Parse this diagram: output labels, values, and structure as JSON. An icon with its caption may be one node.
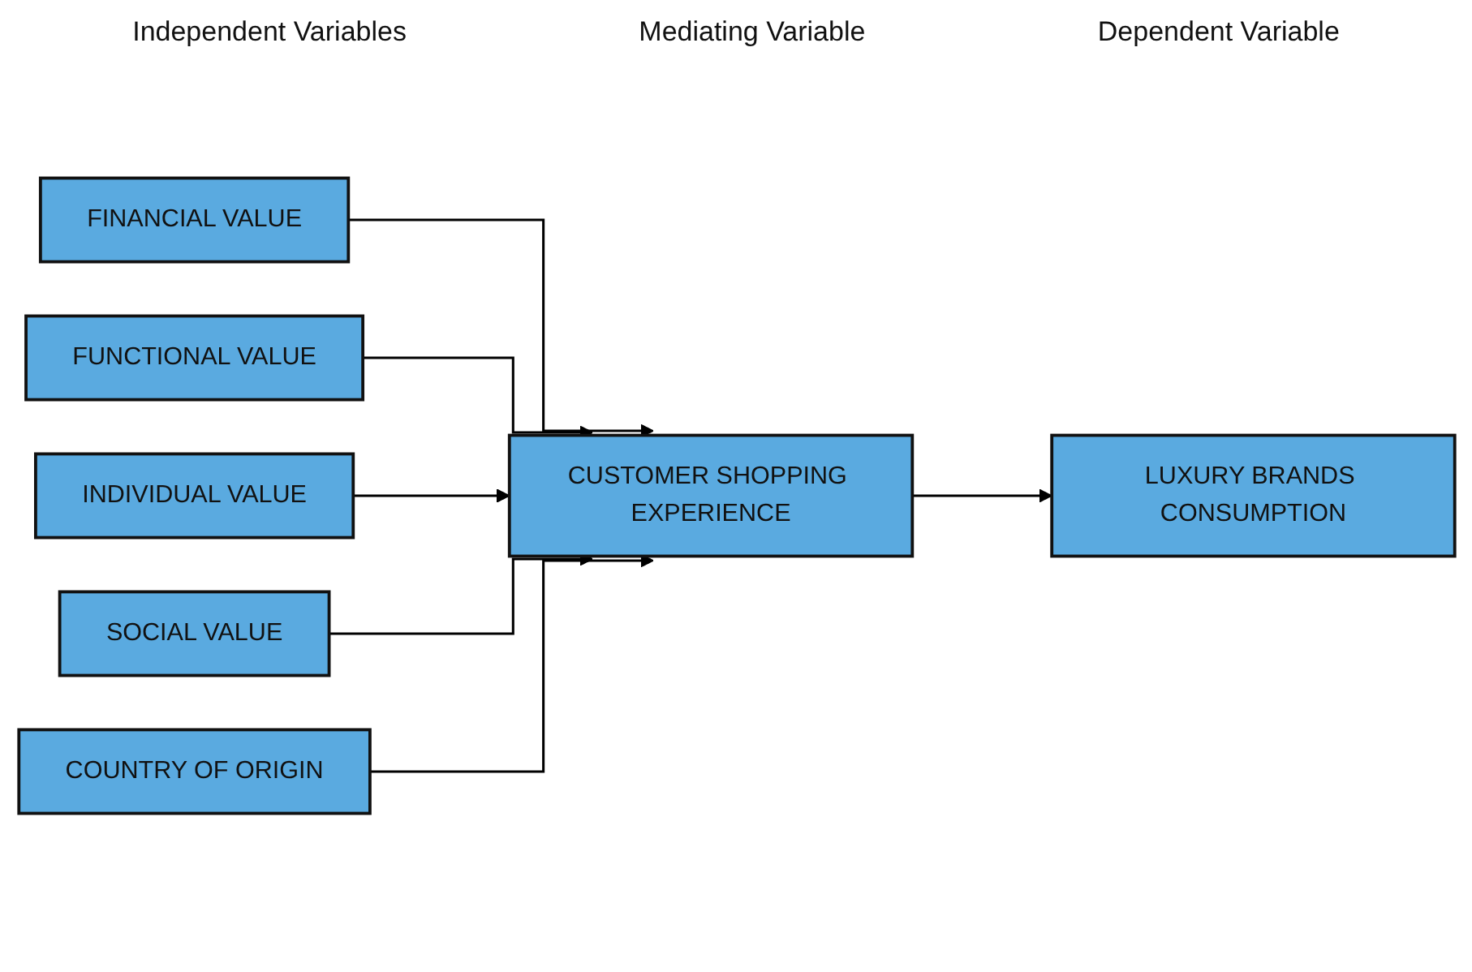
{
  "diagram": {
    "nodes": [
      {
        "text": [
          "FINANCIAL VALUE"
        ]
      },
      {
        "text": [
          "FUNCTIONAL VALUE"
        ]
      },
      {
        "text": [
          "INDIVIDUAL VALUE"
        ]
      },
      {
        "text": [
          "SOCIAL VALUE"
        ]
      },
      {
        "text": [
          "COUNTRY OF ORIGIN"
        ]
      },
      {
        "text": [
          "CUSTOMER SHOPPING EXPERIENCE"
        ]
      },
      {
        "text": [
          "LUXURY BRANDS CONSUMPTION"
        ]
      }
    ],
    "edges": [
      {
        "from": 0,
        "to": 5,
        "arrow": "to"
      },
      {
        "from": 1,
        "to": 5,
        "arrow": "to"
      },
      {
        "from": 2,
        "to": 5,
        "arrow": "to"
      },
      {
        "from": 3,
        "to": 5,
        "arrow": "to"
      },
      {
        "from": 4,
        "to": 5,
        "arrow": "to"
      },
      {
        "from": 5,
        "to": 6,
        "arrow": "to"
      }
    ],
    "labels": [
      "Independent Variables",
      "Mediating Variable",
      "Dependent Variable"
    ]
  }
}
